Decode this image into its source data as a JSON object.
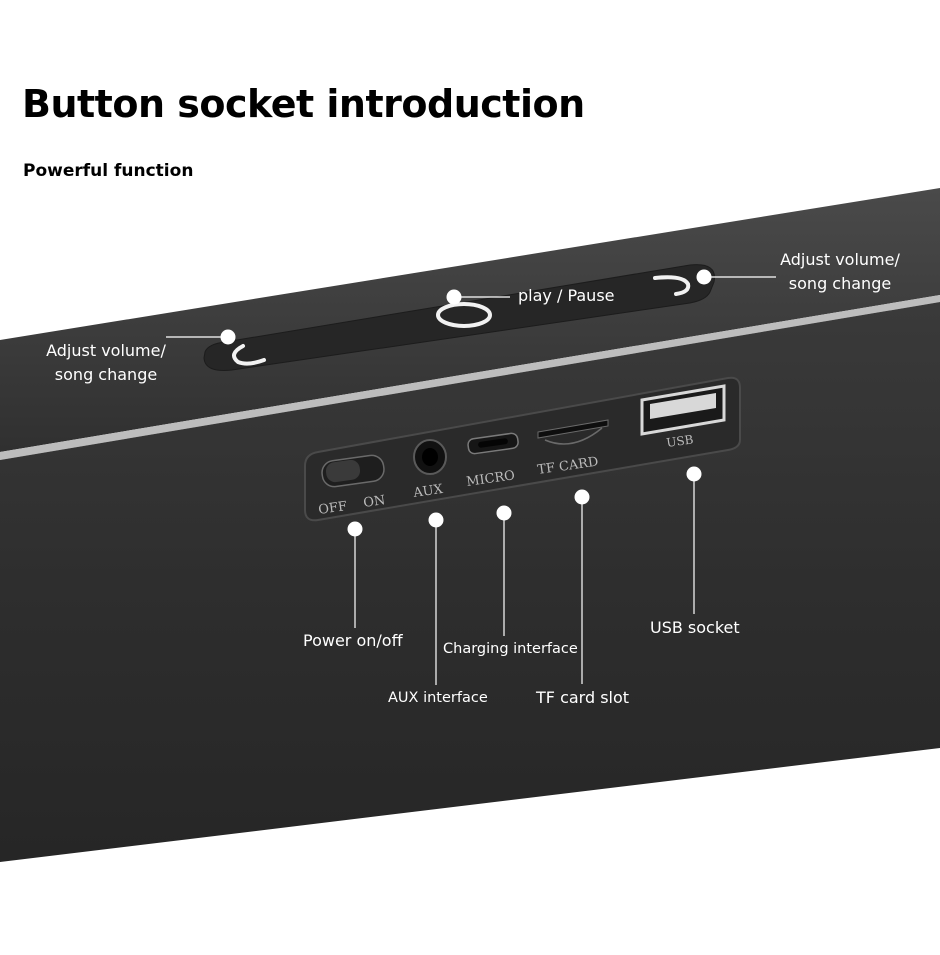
{
  "heading": {
    "title": "Button socket introduction",
    "subtitle": "Powerful function"
  },
  "top_panel": {
    "left_callout": [
      "Adjust volume/",
      "song change"
    ],
    "center_callout": "play / Pause",
    "right_callout": [
      "Adjust volume/",
      "song change"
    ]
  },
  "port_panel": {
    "switch_labels": [
      "OFF",
      "ON"
    ],
    "aux_label": "AUX",
    "micro_label": "MICRO",
    "tf_label": "TF CARD",
    "usb_label": "USB"
  },
  "callouts": {
    "power": "Power on/off",
    "aux": "AUX interface",
    "charging": "Charging interface",
    "tf": "TF card slot",
    "usb": "USB socket"
  },
  "colors": {
    "background": "#ffffff",
    "device_body": "#2c2c2c",
    "device_top": "#3a3a3a",
    "edge_highlight": "#c8c8c8",
    "callout_text": "#ffffff"
  }
}
